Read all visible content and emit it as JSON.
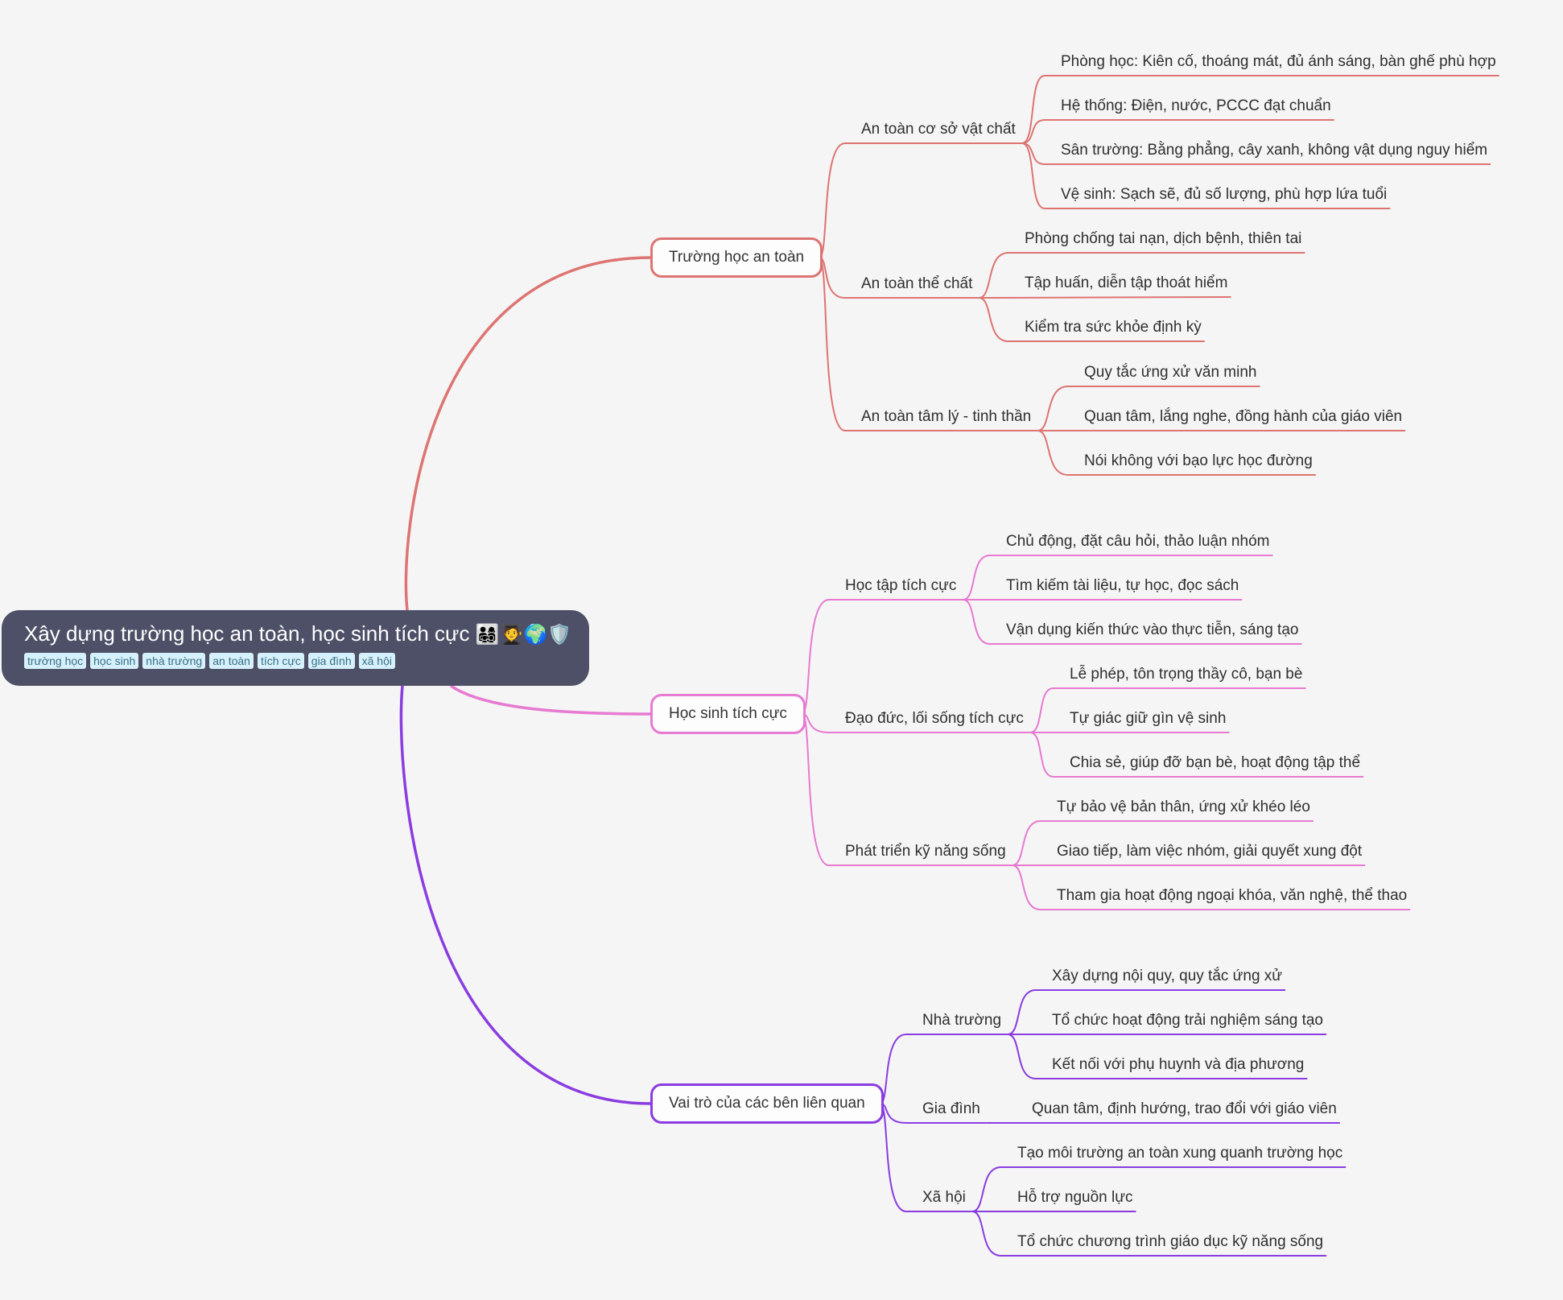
{
  "colors": {
    "background": "#f5f5f5",
    "root_fill": "#4d5067",
    "branch_red": "#dd7472",
    "branch_pink": "#e77ad1",
    "branch_purple": "#8a3ce0"
  },
  "root": {
    "title": "Xây dựng trường học an toàn, học sinh tích cực",
    "emojis": "👨‍👩‍👧‍👦🧑‍🎓🌍🛡️",
    "tags": [
      "trường học",
      "học sinh",
      "nhà trường",
      "an toàn",
      "tích cực",
      "gia đình",
      "xã hội"
    ]
  },
  "branches": [
    {
      "label": "Trường học an toàn",
      "color": "#dd7472",
      "subs": [
        {
          "label": "An toàn cơ sở vật chất",
          "leaves": [
            "Phòng học: Kiên cố, thoáng mát, đủ ánh sáng, bàn ghế phù hợp",
            "Hệ thống: Điện, nước, PCCC đạt chuẩn",
            "Sân trường: Bằng phẳng, cây xanh, không vật dụng nguy hiểm",
            "Vệ sinh: Sạch sẽ, đủ số lượng, phù hợp lứa tuổi"
          ]
        },
        {
          "label": "An toàn thể chất",
          "leaves": [
            "Phòng chống tai nạn, dịch bệnh, thiên tai",
            "Tập huấn, diễn tập thoát hiểm",
            "Kiểm tra sức khỏe định kỳ"
          ]
        },
        {
          "label": "An toàn tâm lý - tinh thần",
          "leaves": [
            "Quy tắc ứng xử văn minh",
            "Quan tâm, lắng nghe, đồng hành của giáo viên",
            "Nói không với bạo lực học đường"
          ]
        }
      ]
    },
    {
      "label": "Học sinh tích cực",
      "color": "#e77ad1",
      "subs": [
        {
          "label": "Học tập tích cực",
          "leaves": [
            "Chủ động, đặt câu hỏi, thảo luận nhóm",
            "Tìm kiếm tài liệu, tự học, đọc sách",
            "Vận dụng kiến thức vào thực tiễn, sáng tạo"
          ]
        },
        {
          "label": "Đạo đức, lối sống tích cực",
          "leaves": [
            "Lễ phép, tôn trọng thầy cô, bạn bè",
            "Tự giác giữ gìn vệ sinh",
            "Chia sẻ, giúp đỡ bạn bè, hoạt động tập thể"
          ]
        },
        {
          "label": "Phát triển kỹ năng sống",
          "leaves": [
            "Tự bảo vệ bản thân, ứng xử khéo léo",
            "Giao tiếp, làm việc nhóm, giải quyết xung đột",
            "Tham gia hoạt động ngoại khóa, văn nghệ, thể thao"
          ]
        }
      ]
    },
    {
      "label": "Vai trò của các bên liên quan",
      "color": "#8a3ce0",
      "subs": [
        {
          "label": "Nhà trường",
          "leaves": [
            "Xây dựng nội quy, quy tắc ứng xử",
            "Tổ chức hoạt động trải nghiệm sáng tạo",
            "Kết nối với phụ huynh và địa phương"
          ]
        },
        {
          "label": "Gia đình",
          "leaves": [
            "Quan tâm, định hướng, trao đổi với giáo viên"
          ]
        },
        {
          "label": "Xã hội",
          "leaves": [
            "Tạo môi trường an toàn xung quanh trường học",
            "Hỗ trợ nguồn lực",
            "Tổ chức chương trình giáo dục kỹ năng sống"
          ]
        }
      ]
    }
  ]
}
